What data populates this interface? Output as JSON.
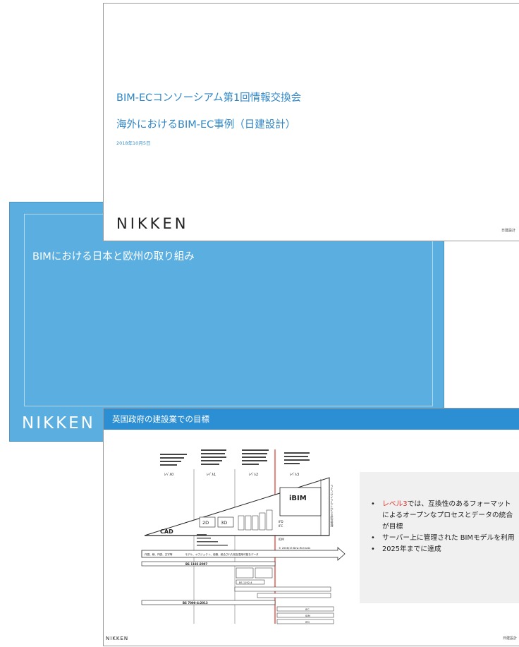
{
  "slide_title": {
    "title_line1": "BIM-ECコンソーシアム第1回情報交換会",
    "title_line2": "海外におけるBIM-EC事例（日建設計）",
    "date": "2018年10月5日",
    "logo": "NIKKEN",
    "footer": "日建設計"
  },
  "slide_section": {
    "title": "BIMにおける日本と欧州の取り組み",
    "logo": "NIKKEN"
  },
  "slide_target": {
    "header_title": "英国政府の建設業での目標",
    "bullets": [
      {
        "highlight": "レベル3",
        "text": "では、互換性のあるフォーマットによるオープンなプロセスとデータの統合が目標"
      },
      {
        "highlight": "",
        "text": "サーバー上に管理された BIMモデルを利用"
      },
      {
        "highlight": "",
        "text": "2025年までに達成"
      }
    ],
    "bullet_glyph": "•",
    "logo": "NIKKEN",
    "footer": "日建設計",
    "diagram": {
      "level_labels": [
        "ﾚﾍﾞﾙ0",
        "ﾚﾍﾞﾙ1",
        "ﾚﾍﾞﾙ2",
        "ﾚﾍﾞﾙ3"
      ],
      "ibim_label": "iBIM",
      "cad_label": "CAD",
      "label_2d": "2D",
      "label_3d": "3D",
      "arrow_text": "作図、線、円弧、文字等　　　　　モデル、オブジェクト、協働、統合された相互運用可能なデータ",
      "standards": [
        "BS 1192:2007",
        "BS 7000-4:2013",
        "BS 1192-4",
        "IFC",
        "IDM",
        "IFD"
      ],
      "credit": "© 2008/15 Bew-Richards",
      "side_text": "ライフサイクルにわたる統合管理",
      "colors": {
        "accent_red": "#d9352b",
        "header_blue": "#2c8fd3",
        "section_blue": "#5aaee0"
      }
    }
  }
}
